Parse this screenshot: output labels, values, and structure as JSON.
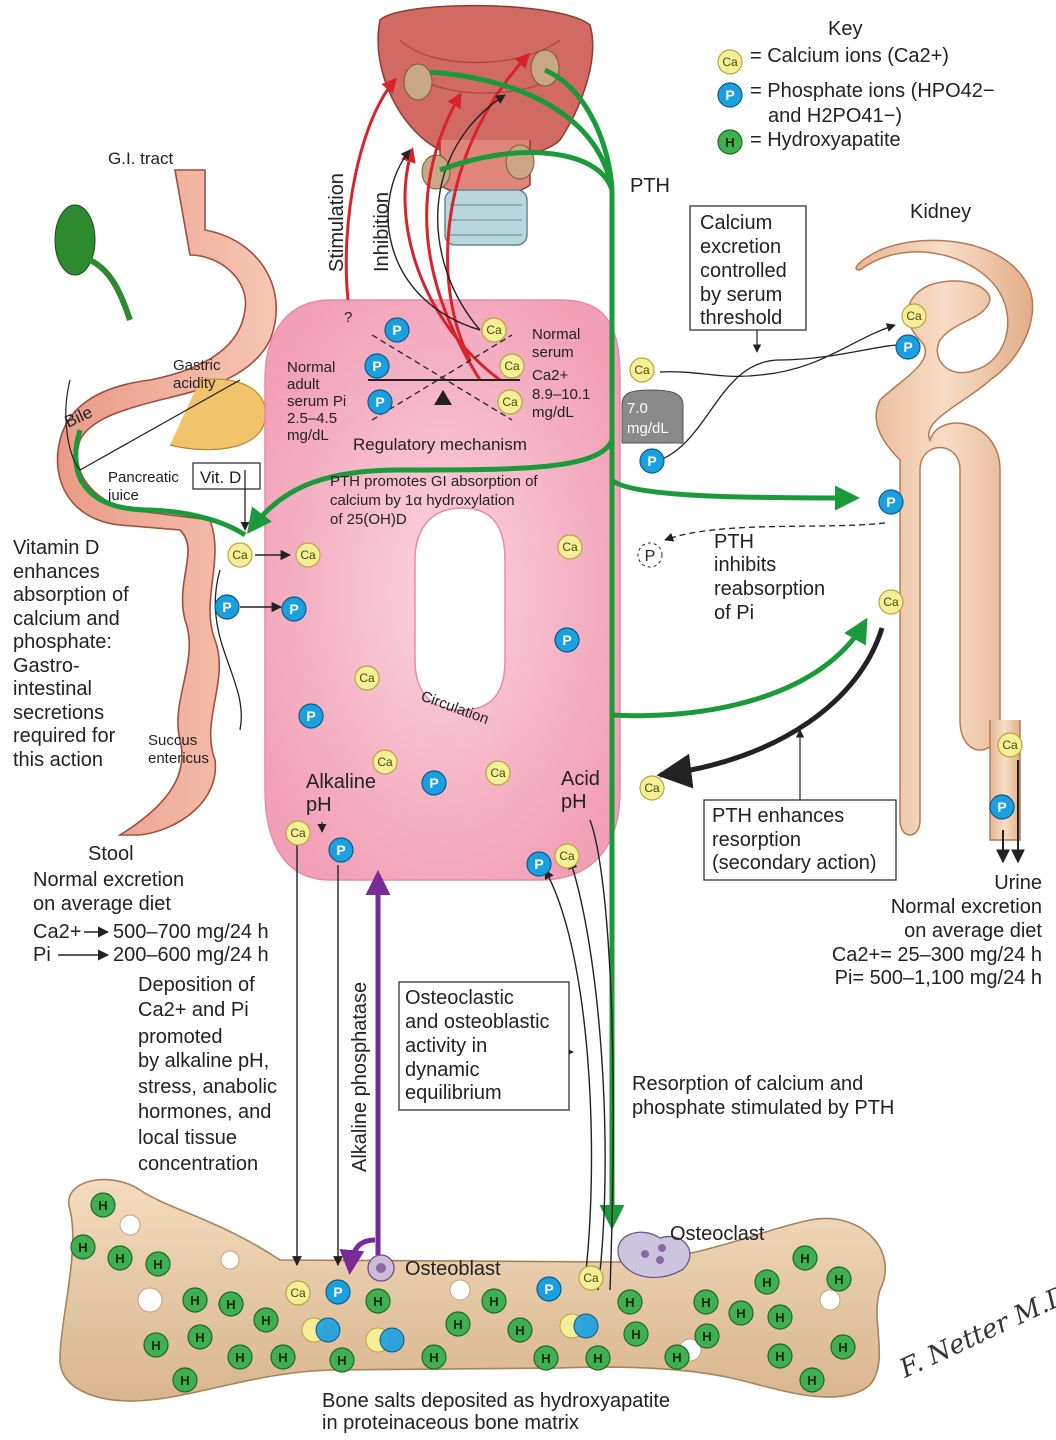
{
  "key": {
    "title": "Key",
    "calcium": "= Calcium ions (Ca2+)",
    "phosphate_line1": "= Phosphate ions (HPO42−",
    "phosphate_line2": "and H2PO41−)",
    "hydroxyapatite": "= Hydroxyapatite"
  },
  "ion_symbols": {
    "calcium": "Ca",
    "phosphate": "P",
    "hydroxyapatite": "H"
  },
  "colors": {
    "calcium": "#f6ef9a",
    "phosphate": "#1aa0e0",
    "hydroxyapatite": "#3faf4f",
    "pth_arrow": "#1a9a3a",
    "stimulation_arrow": "#d8232a",
    "alkaline_phosphatase_arrow": "#7b2a9a",
    "circulation": "#f6b7c8"
  },
  "labels": {
    "gi_tract": "G.I. tract",
    "kidney": "Kidney",
    "pth": "PTH",
    "stimulation": "Stimulation",
    "inhibition": "Inhibition",
    "question_mark": "?",
    "bile": "Bile",
    "gastric_acidity": [
      "Gastric",
      "acidity"
    ],
    "pancreatic_juice": [
      "Pancreatic",
      "juice"
    ],
    "vit_d": "Vit. D",
    "succus_entericus": [
      "Succus",
      "entericus"
    ],
    "normal_adult_serum": [
      "Normal",
      "adult",
      "serum Pi",
      "2.5–4.5",
      "mg/dL"
    ],
    "normal_serum_ca": [
      "Normal",
      "serum",
      "Ca2+",
      "8.9–10.1",
      "mg/dL"
    ],
    "regulatory_mechanism": "Regulatory mechanism",
    "threshold_box": [
      "7.0",
      "mg/dL"
    ],
    "calcium_excretion_box": [
      "Calcium",
      "excretion",
      "controlled",
      "by serum",
      "threshold"
    ],
    "pth_promotes": [
      "PTH promotes GI absorption of",
      "calcium by 1α hydroxylation",
      "of 25(OH)D"
    ],
    "vitamin_d_enhances": [
      "Vitamin D",
      "enhances",
      "absorption of",
      "calcium and",
      "phosphate:",
      "Gastro-",
      "intestinal",
      "secretions",
      "required for",
      "this action"
    ],
    "pth_inhibits": [
      "PTH",
      "inhibits",
      "reabsorption",
      "of Pi"
    ],
    "circulation": "Circulation",
    "alkaline_ph": [
      "Alkaline",
      "pH"
    ],
    "acid_ph": [
      "Acid",
      "pH"
    ],
    "pth_enhances_box": [
      "PTH enhances",
      "resorption",
      "(secondary action)"
    ],
    "stool": [
      "Stool",
      "Normal excretion",
      "on average diet"
    ],
    "stool_ca": "500–700 mg/24 h",
    "stool_pi": "200–600 mg/24 h",
    "stool_ca_symbol": "Ca2+",
    "stool_pi_symbol": "Pi",
    "urine": [
      "Urine",
      "Normal excretion",
      "on average diet",
      "Ca2+= 25–300 mg/24 h",
      "Pi= 500–1,100 mg/24 h"
    ],
    "deposition": [
      "Deposition of",
      "Ca2+ and Pi",
      "promoted",
      "by alkaline pH,",
      "stress, anabolic",
      "hormones, and",
      "local tissue",
      "concentration"
    ],
    "alkaline_phosphatase": "Alkaline phosphatase",
    "osteo_box": [
      "Osteoclastic",
      "and osteoblastic",
      "activity in",
      "dynamic",
      "equilibrium"
    ],
    "resorption_pth": [
      "Resorption of calcium and",
      "phosphate stimulated by PTH"
    ],
    "osteoclast": "Osteoclast",
    "osteoblast": "Osteoblast",
    "bone_salts": [
      "Bone salts deposited as hydroxyapatite",
      "in proteinaceous bone matrix"
    ],
    "signature": "F. Netter M.D."
  }
}
